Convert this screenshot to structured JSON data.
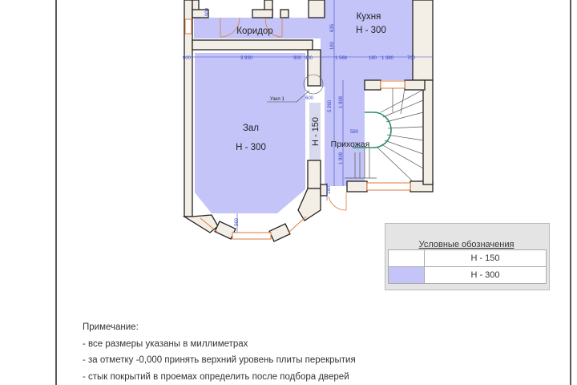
{
  "rooms": {
    "kitchen": {
      "name": "Кухня",
      "height": "H - 300"
    },
    "corridor": {
      "name": "Коридор"
    },
    "hall": {
      "name": "Зал",
      "height": "H - 300"
    },
    "entrance": {
      "name": "Прихожая"
    },
    "niche": {
      "height": "H - 150"
    }
  },
  "annotation": {
    "node": "Узел 1"
  },
  "dimensions": {
    "row": [
      "900",
      "3 930",
      "900",
      "900",
      "1 568",
      "180",
      "1 380",
      "700"
    ],
    "vertical": [
      "900",
      "635",
      "180",
      "5 260",
      "1 808",
      "1 808",
      "580",
      "180",
      "560",
      "600"
    ]
  },
  "legend": {
    "title": "Условные обозначения",
    "rows": [
      {
        "label": "H - 150",
        "color": "#ffffff"
      },
      {
        "label": "H - 300",
        "color": "#c4c4f8"
      }
    ]
  },
  "notes": {
    "title": "Примечание:",
    "items": [
      "- все размеры указаны в миллиметрах",
      "- за отметку -0,000 принять верхний уровень плиты перекрытия",
      "- стык покрытий в проемах определить после подбора дверей"
    ]
  },
  "colors": {
    "fill_300": "#c4c4f8",
    "fill_150": "#d8d8ee",
    "wall": "#222222",
    "window": "#e07a3a",
    "dim": "#3848c8"
  }
}
